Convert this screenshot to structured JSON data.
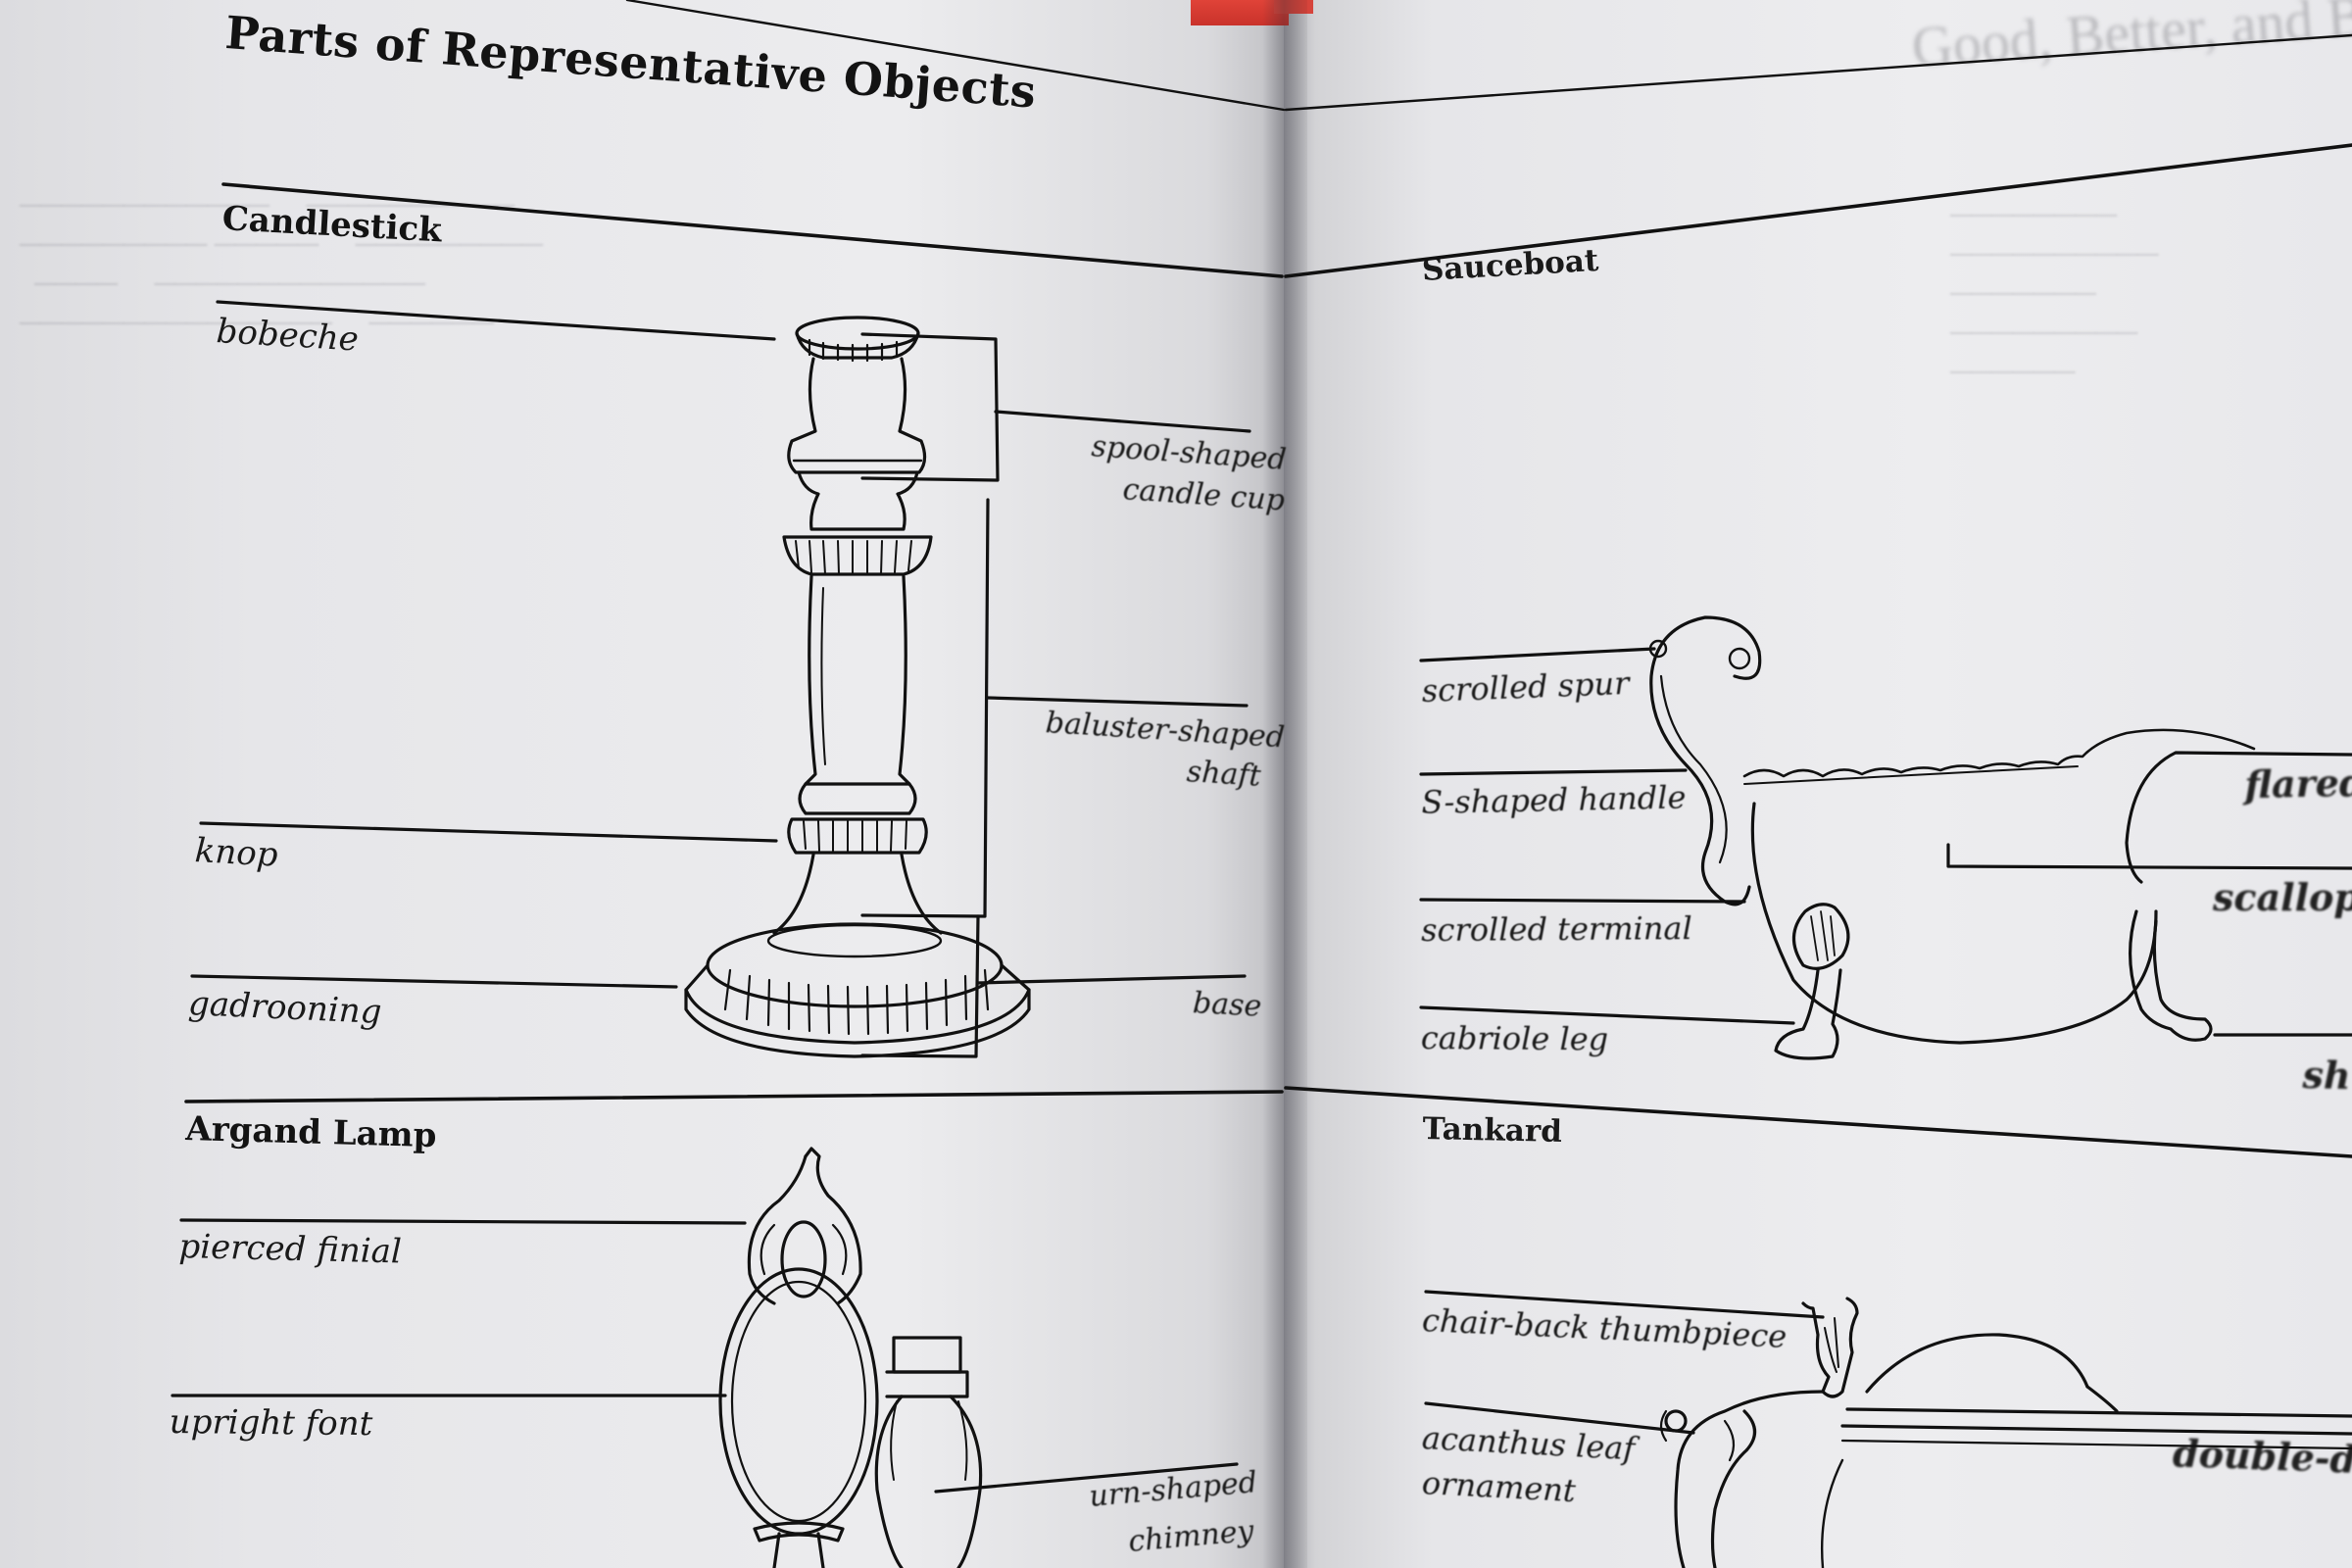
{
  "page_title": "Parts of Representative Objects",
  "right_page_faded_title": "Good, Better, and Best: Silver Plate",
  "sections": {
    "candlestick": {
      "heading": "Candlestick",
      "bobeche": "bobeche",
      "knop": "knop",
      "gadrooning": "gadrooning",
      "cup_l1": "spool-shaped",
      "cup_l2": "candle cup",
      "shaft_l1": "baluster-shaped",
      "shaft_l2": "shaft",
      "base": "base"
    },
    "argand_lamp": {
      "heading": "Argand Lamp",
      "finial": "pierced finial",
      "font": "upright font",
      "chimney_l1": "urn-shaped",
      "chimney_l2": "chimney"
    },
    "sauceboat": {
      "heading": "Sauceboat",
      "spur": "scrolled spur",
      "handle": "S-shaped handle",
      "terminal": "scrolled terminal",
      "leg": "cabriole leg",
      "cut_1": "flared",
      "cut_2": "scallope",
      "cut_3": "sh"
    },
    "tankard": {
      "heading": "Tankard",
      "thumbpiece": "chair-back thumbpiece",
      "acanthus_l1": "acanthus leaf",
      "acanthus_l2": "ornament",
      "cut_1": "double-do"
    }
  },
  "colors": {
    "page": "#ececee",
    "ink": "#131313",
    "spine_edge": "#d6443b"
  }
}
